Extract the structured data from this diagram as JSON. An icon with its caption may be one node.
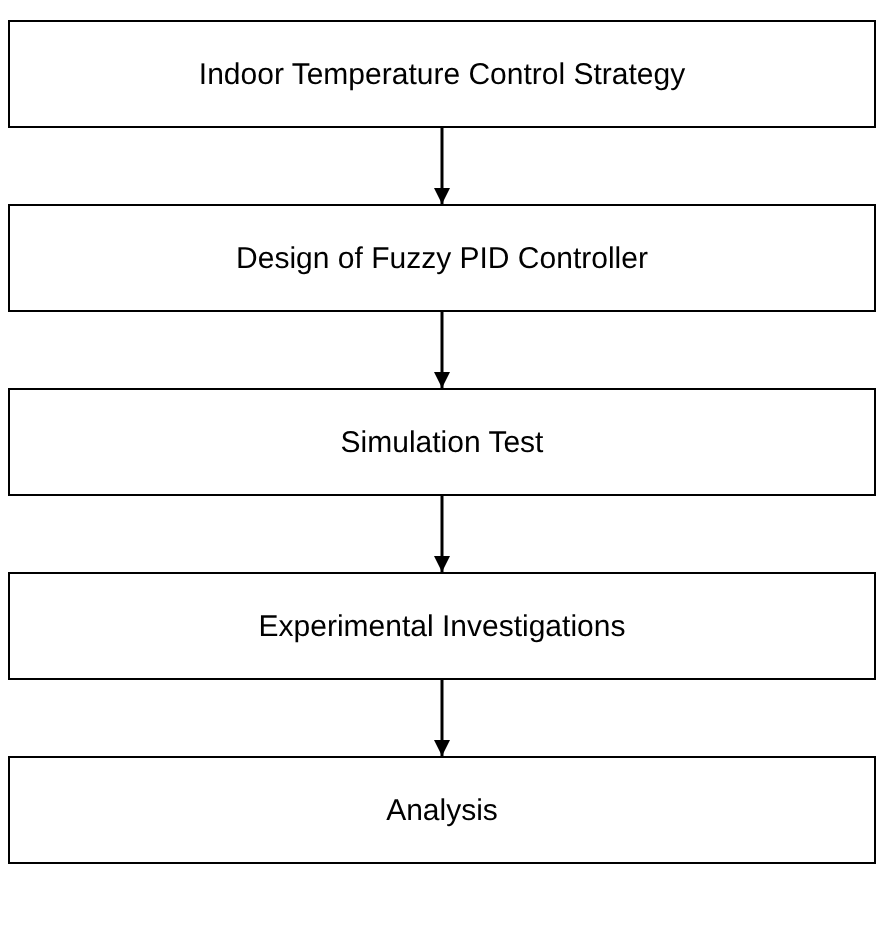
{
  "diagram": {
    "nodes": [
      {
        "text": [
          "Indoor Temperature Control Strategy"
        ]
      },
      {
        "text": [
          "Design of Fuzzy PID Controller"
        ]
      },
      {
        "text": [
          "Simulation Test"
        ]
      },
      {
        "text": [
          "Experimental Investigations"
        ]
      },
      {
        "text": [
          "Analysis"
        ]
      }
    ],
    "edges": [
      {
        "from": 0,
        "to": 1,
        "arrow": "to"
      },
      {
        "from": 1,
        "to": 2,
        "arrow": "to"
      },
      {
        "from": 2,
        "to": 3,
        "arrow": "to"
      },
      {
        "from": 3,
        "to": 4,
        "arrow": "to"
      }
    ]
  }
}
